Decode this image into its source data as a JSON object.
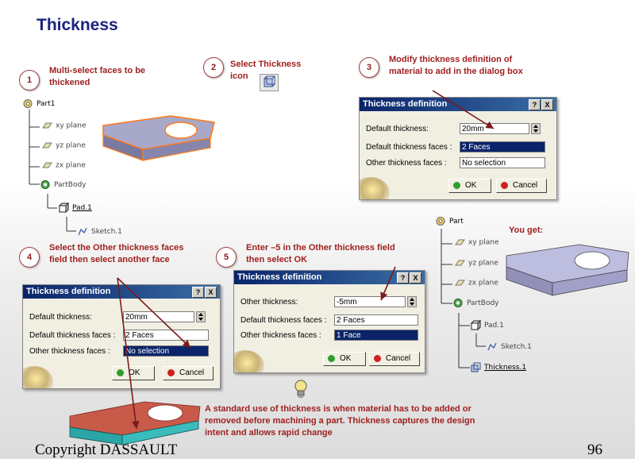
{
  "title": "Thickness",
  "steps": [
    {
      "num": "1",
      "text": "Multi-select faces to be thickened"
    },
    {
      "num": "2",
      "text": "Select Thickness icon"
    },
    {
      "num": "3",
      "text": "Modify thickness definition of material to add in the dialog box"
    },
    {
      "num": "4",
      "text": "Select the Other thickness faces field then select another face"
    },
    {
      "num": "5",
      "text": "Enter –5 in the Other thickness field then select OK"
    }
  ],
  "you_get": "You get:",
  "tree_top": {
    "root": "Part1",
    "planes": [
      "xy plane",
      "yz plane",
      "zx plane"
    ],
    "body": "PartBody",
    "pad": "Pad.1",
    "sketch": "Sketch.1"
  },
  "tree_result": {
    "root": "Part",
    "planes": [
      "xy plane",
      "yz plane",
      "zx plane"
    ],
    "body": "PartBody",
    "pad": "Pad.1",
    "sketch": "Sketch.1",
    "thickness": "Thickness.1"
  },
  "dialog1": {
    "title": "Thickness definition",
    "help": "?",
    "close": "X",
    "default_label": "Default thickness:",
    "default_value": "20mm",
    "faces_label": "Default thickness faces :",
    "faces_value": "2 Faces",
    "other_label": "Other thickness faces :",
    "other_value": "No selection",
    "ok": "OK",
    "cancel": "Cancel"
  },
  "dialog2": {
    "title": "Thickness definition",
    "help": "?",
    "close": "X",
    "default_label": "Default thickness:",
    "default_value": "20mm",
    "faces_label": "Default thickness faces :",
    "faces_value": "2 Faces",
    "other_label": "Other thickness faces :",
    "other_value": "No selection",
    "ok": "OK",
    "cancel": "Cancel"
  },
  "dialog3": {
    "title": "Thickness definition",
    "help": "?",
    "close": "X",
    "other_label": "Other thickness:",
    "other_value": "-5mm",
    "faces_label": "Default thickness faces :",
    "faces_value": "2 Faces",
    "ofaces_label": "Other thickness faces :",
    "ofaces_value": "1 Face",
    "ok": "OK",
    "cancel": "Cancel"
  },
  "bottom_note": "A standard use of thickness is when material has to be added or removed before machining a part. Thickness captures the design intent and allows rapid change",
  "footer_left": "Copyright DASSAULT",
  "footer_right": "96",
  "colors": {
    "title": "#1a237e",
    "note": "#a02020",
    "titlebar": "#0a246a",
    "ok_dot": "#2e9e2e",
    "cancel_dot": "#d02020"
  }
}
